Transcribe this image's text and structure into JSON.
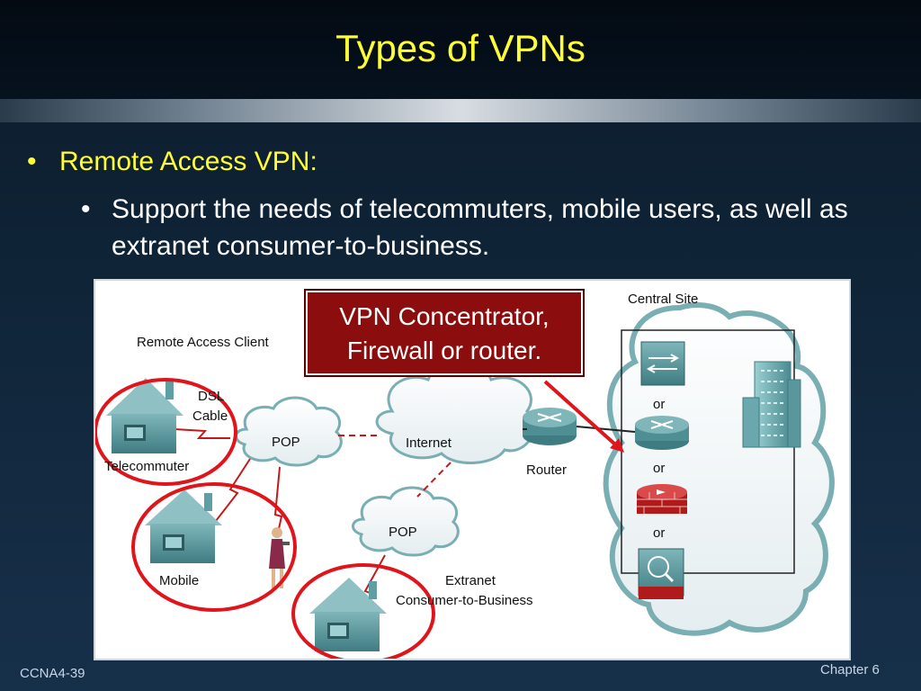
{
  "slide": {
    "title": "Types of VPNs",
    "bullet1": "Remote Access VPN:",
    "bullet2": "Support the needs of telecommuters, mobile users, as well as extranet consumer-to-business.",
    "bullet_char": "•"
  },
  "diagram": {
    "central_site": "Central Site",
    "remote_access_client": "Remote Access Client",
    "dsl": "DSL",
    "cable": "Cable",
    "telecommuter": "Telecommuter",
    "pop_top": "POP",
    "internet": "Internet",
    "router": "Router",
    "pop_bottom": "POP",
    "mobile": "Mobile",
    "extranet": "Extranet",
    "consumer_to_business": "Consumer-to-Business",
    "or_1": "or",
    "or_2": "or",
    "or_3": "or"
  },
  "callout": {
    "line1": "VPN Concentrator,",
    "line2": "Firewall or router."
  },
  "footer": {
    "left": "CCNA4-39",
    "right": "Chapter 6"
  },
  "colors": {
    "title_yellow": "#ffff33",
    "callout_red": "#8b0d0d",
    "highlight_ring": "#e0141b",
    "device_teal": "#4f8f94"
  }
}
